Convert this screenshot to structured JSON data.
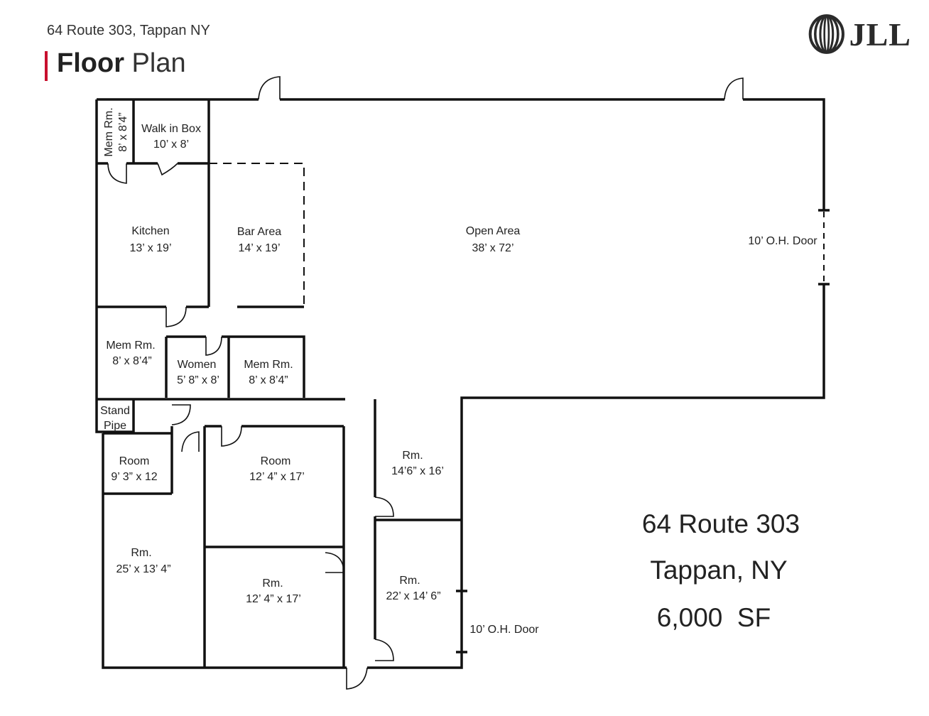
{
  "header": {
    "address": "64 Route 303, Tappan NY",
    "title_bold": "Floor",
    "title_light": "Plan",
    "logo_text": "JLL",
    "logo_icon": "jll-rings-icon",
    "accent_color": "#c8102e"
  },
  "rooms": {
    "mem_rm_top": {
      "name": "Mem Rm.",
      "size": "8’ x 8’4”"
    },
    "walk_in_box": {
      "name": "Walk in Box",
      "size": "10’ x 8’"
    },
    "kitchen": {
      "name": "Kitchen",
      "size": "13’ x 19’"
    },
    "bar_area": {
      "name": "Bar Area",
      "size": "14’ x 19’"
    },
    "open_area": {
      "name": "Open Area",
      "size": "38’ x 72’"
    },
    "oh_door_east": {
      "name": "10’ O.H. Door"
    },
    "mem_rm_left": {
      "name": "Mem Rm.",
      "size": "8’ x 8’4”"
    },
    "women": {
      "name": "Women",
      "size": "5’ 8” x 8’"
    },
    "mem_rm_mid": {
      "name": "Mem Rm.",
      "size": "8’ x 8’4”"
    },
    "stand_pipe": {
      "line1": "Stand",
      "line2": "Pipe"
    },
    "room_small": {
      "name": "Room",
      "size": "9’ 3” x 12"
    },
    "room_mid": {
      "name": "Room",
      "size": "12’ 4” x 17’"
    },
    "rm_14": {
      "name": "Rm.",
      "size": "14’6” x 16’"
    },
    "rm_25": {
      "name": "Rm.",
      "size": "25’ x 13’ 4”"
    },
    "rm_12": {
      "name": "Rm.",
      "size": "12’ 4” x 17’"
    },
    "rm_22": {
      "name": "Rm.",
      "size": "22’ x 14’ 6”"
    },
    "oh_door_south": {
      "name": "10’ O.H. Door"
    }
  },
  "property": {
    "street": "64 Route 303",
    "city": "Tappan, NY",
    "area": "6,000  SF"
  }
}
